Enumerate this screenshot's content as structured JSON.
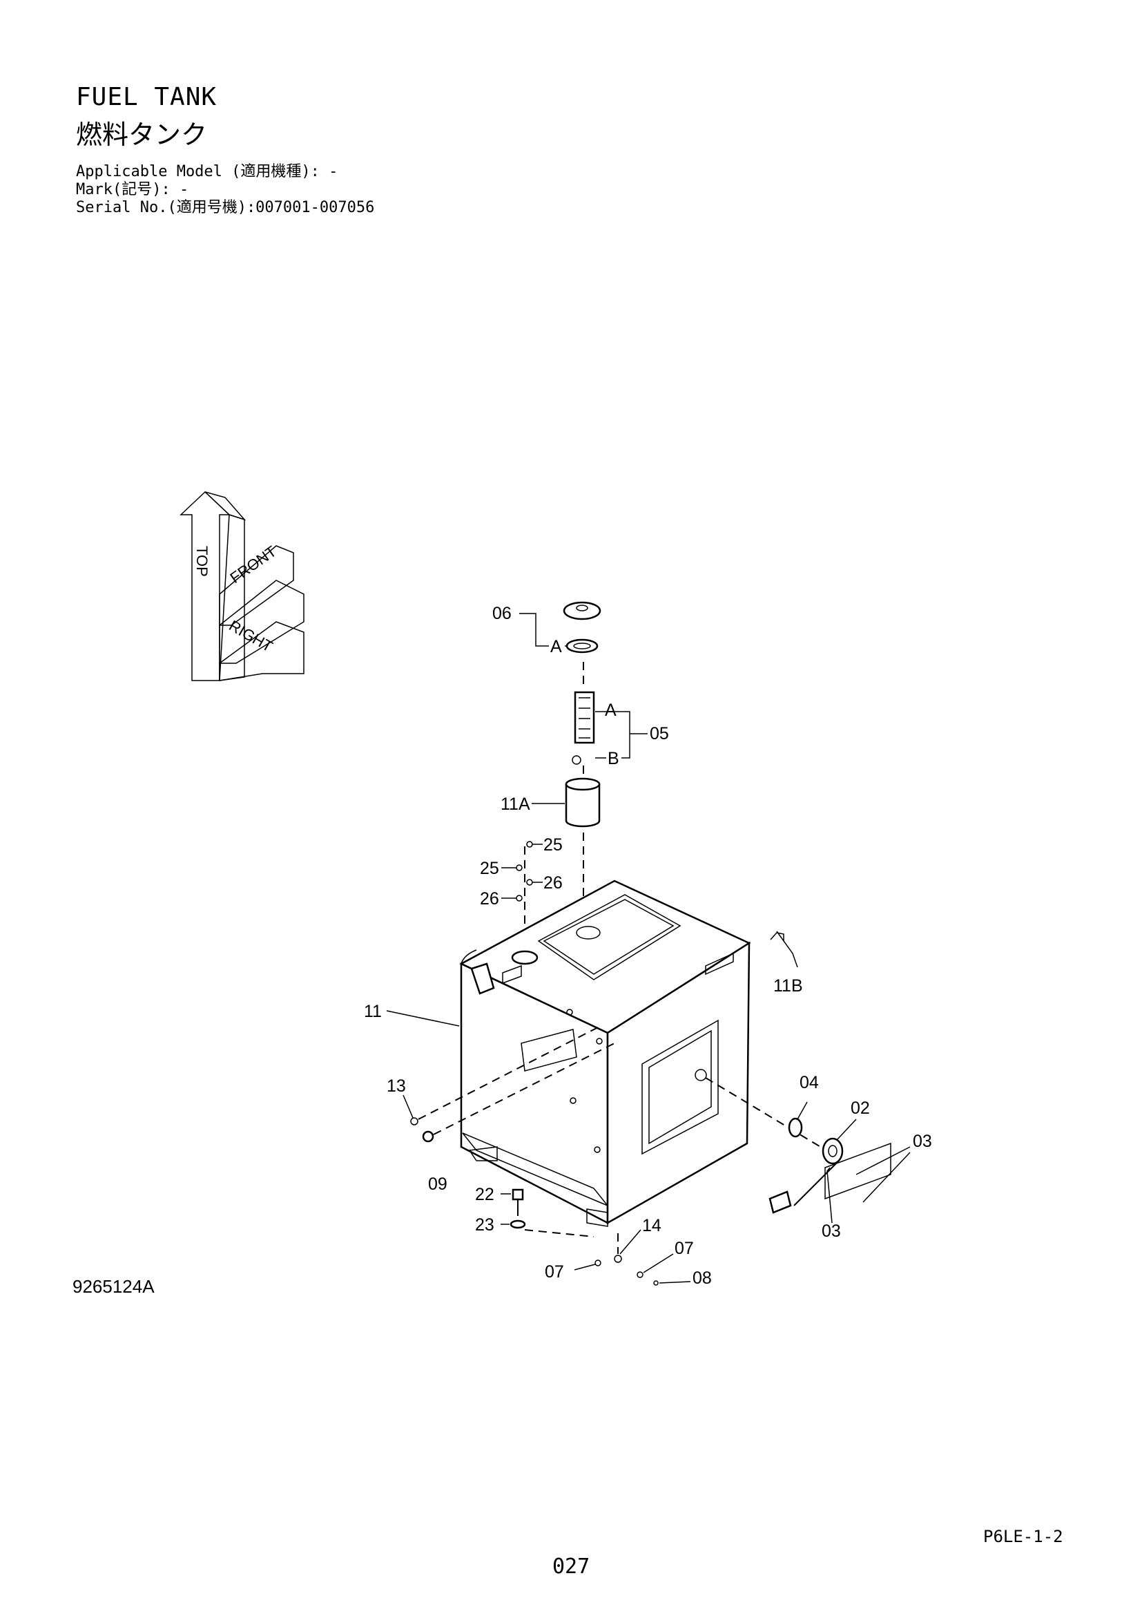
{
  "header": {
    "title_en": "FUEL TANK",
    "title_ja": "燃料タンク",
    "applicable_model": "Applicable Model (適用機種): -",
    "mark": "Mark(記号): -",
    "serial_no": "Serial No.(適用号機):007001-007056"
  },
  "orientation_indicator": {
    "top": "TOP",
    "front": "FRONT",
    "right": "RIGHT"
  },
  "callouts": {
    "c06": "06",
    "cA_top": "A",
    "cA_mid": "A",
    "cB": "B",
    "c05": "05",
    "c11A": "11A",
    "c25_a": "25",
    "c25_b": "25",
    "c26_a": "26",
    "c26_b": "26",
    "c11B": "11B",
    "c11": "11",
    "c13": "13",
    "c09": "09",
    "c04": "04",
    "c02": "02",
    "c03_a": "03",
    "c03_b": "03",
    "c22": "22",
    "c23": "23",
    "c14": "14",
    "c07_a": "07",
    "c07_b": "07",
    "c08": "08"
  },
  "footer": {
    "diagram_id": "9265124A",
    "page_code": "P6LE-1-2",
    "page_number": "027"
  }
}
